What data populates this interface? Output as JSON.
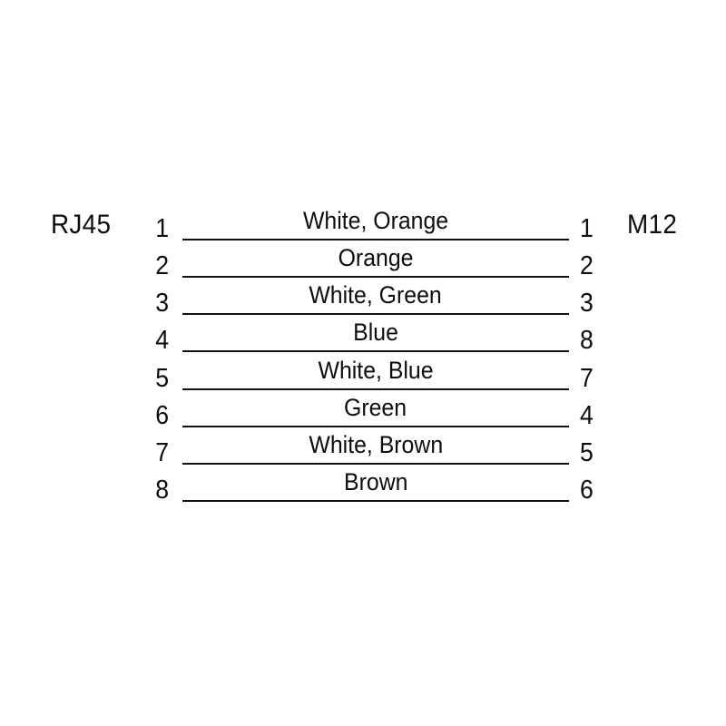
{
  "diagram": {
    "type": "pinout-wiring-diagram",
    "left_connector": "RJ45",
    "right_connector": "M12",
    "line_color": "#111111",
    "text_color": "#0d0d0d",
    "background_color": "#ffffff",
    "rows": [
      {
        "left_pin": "1",
        "wire": "White, Orange",
        "right_pin": "1"
      },
      {
        "left_pin": "2",
        "wire": "Orange",
        "right_pin": "2"
      },
      {
        "left_pin": "3",
        "wire": "White, Green",
        "right_pin": "3"
      },
      {
        "left_pin": "4",
        "wire": "Blue",
        "right_pin": "8"
      },
      {
        "left_pin": "5",
        "wire": "White, Blue",
        "right_pin": "7"
      },
      {
        "left_pin": "6",
        "wire": "Green",
        "right_pin": "4"
      },
      {
        "left_pin": "7",
        "wire": "White, Brown",
        "right_pin": "5"
      },
      {
        "left_pin": "8",
        "wire": "Brown",
        "right_pin": "6"
      }
    ]
  }
}
